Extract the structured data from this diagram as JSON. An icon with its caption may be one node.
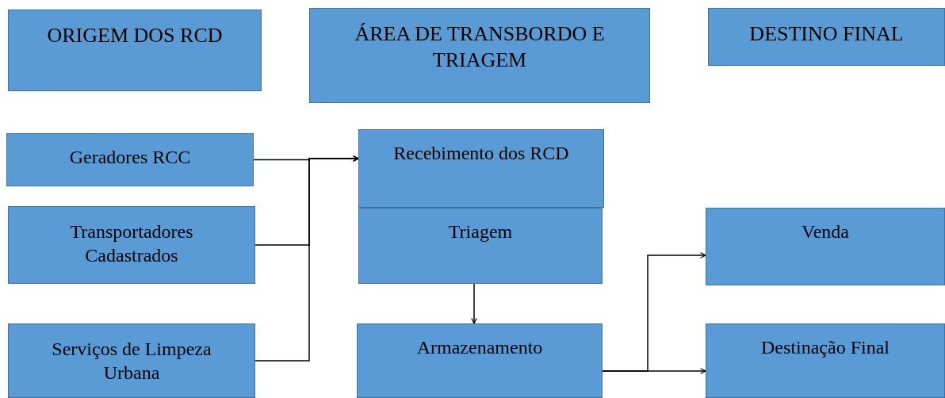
{
  "diagram": {
    "nodes": [
      {
        "text": [
          "ORIGEM DOS RCD"
        ]
      },
      {
        "text": [
          "ÁREA DE TRANSBORDO E TRIAGEM"
        ]
      },
      {
        "text": [
          "DESTINO FINAL"
        ]
      },
      {
        "text": [
          "Geradores RCC"
        ]
      },
      {
        "text": [
          "Transportadores Cadastrados"
        ]
      },
      {
        "text": [
          "Serviços de Limpeza Urbana"
        ]
      },
      {
        "text": [
          "Recebimento dos RCD"
        ]
      },
      {
        "text": [
          "Triagem"
        ]
      },
      {
        "text": [
          "Armazenamento"
        ]
      },
      {
        "text": [
          "Venda"
        ]
      },
      {
        "text": [
          "Destinação Final"
        ]
      }
    ],
    "edges": [
      {
        "from": 3,
        "to": 6,
        "arrow": "to"
      },
      {
        "from": 4,
        "to": 6,
        "arrow": "to"
      },
      {
        "from": 5,
        "to": 6,
        "arrow": "to"
      },
      {
        "from": 7,
        "to": 8,
        "arrow": "to"
      },
      {
        "from": 8,
        "to": 9,
        "arrow": "to"
      },
      {
        "from": 8,
        "to": 10,
        "arrow": "to"
      }
    ]
  }
}
